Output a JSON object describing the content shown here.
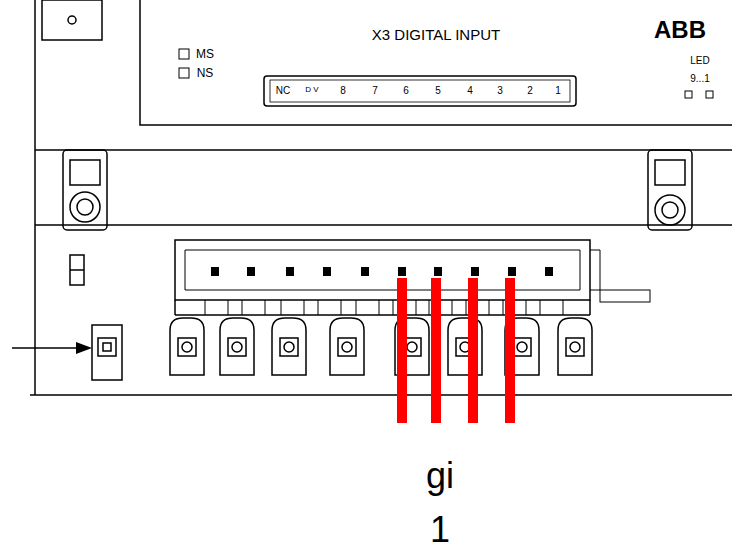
{
  "diagram": {
    "labels": [
      "X3 DIGITAL INPUT",
      "ABB",
      "MS",
      "NS",
      "NC",
      "D V",
      "8",
      "7",
      "6",
      "5",
      "4",
      "3",
      "2",
      "1",
      "LED",
      "9...1",
      "gi",
      "1"
    ]
  }
}
